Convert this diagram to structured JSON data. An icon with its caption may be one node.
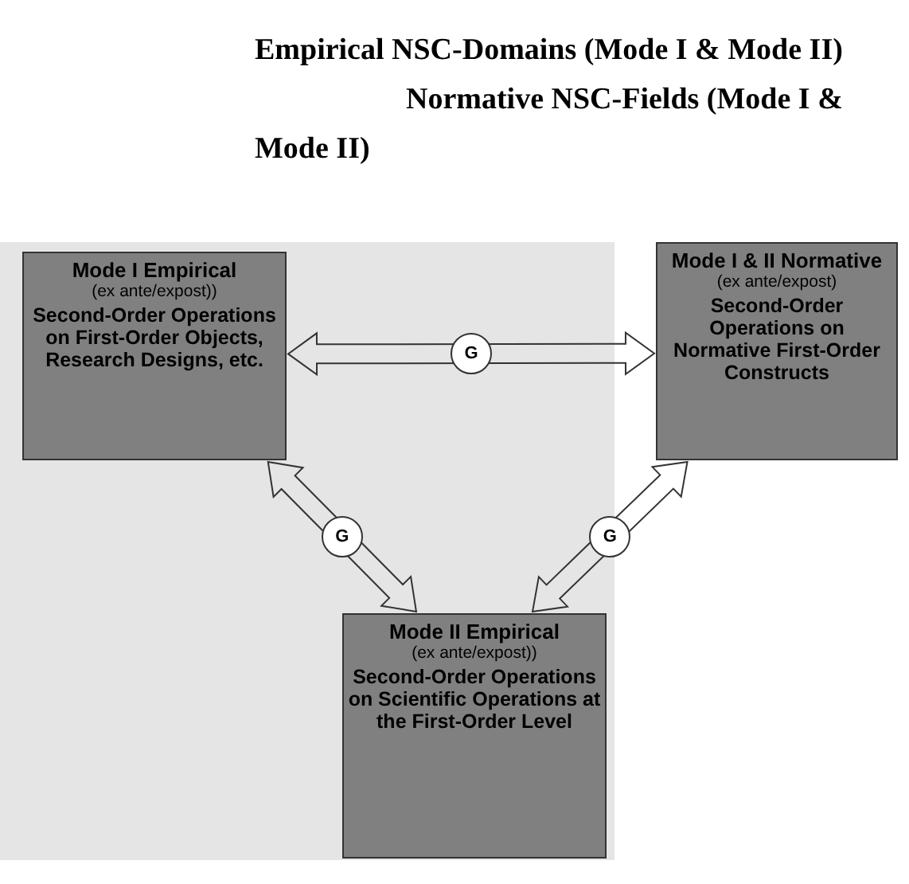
{
  "diagram": {
    "nodes": [
      {
        "text": [],
        "shape": "box"
      },
      {
        "text": [
          "Mode I Empirical",
          "(ex ante/expost))",
          "Second-Order Operations on First-Order Objects, Research Designs, etc."
        ],
        "in": 0
      },
      {
        "text": [
          "Mode I & II Normative",
          "(ex ante/expost)",
          "Second-Order Operations on Normative First-Order Constructs"
        ]
      },
      {
        "text": [
          "Mode II Empirical",
          "(ex ante/expost))",
          "Second-Order Operations on Scientific Operations at the First-Order Level"
        ],
        "in": 0
      }
    ],
    "edges": [
      {
        "from": 1,
        "to": 2,
        "arrow": "both",
        "label": "G"
      },
      {
        "from": 1,
        "to": 3,
        "arrow": "both",
        "label": "G"
      },
      {
        "from": 3,
        "to": 2,
        "arrow": "both",
        "label": "G"
      }
    ],
    "labels": [
      "Empirical NSC-Domains (Mode I & Mode II)",
      "Normative NSC-Fields (Mode I & Mode II)"
    ]
  }
}
